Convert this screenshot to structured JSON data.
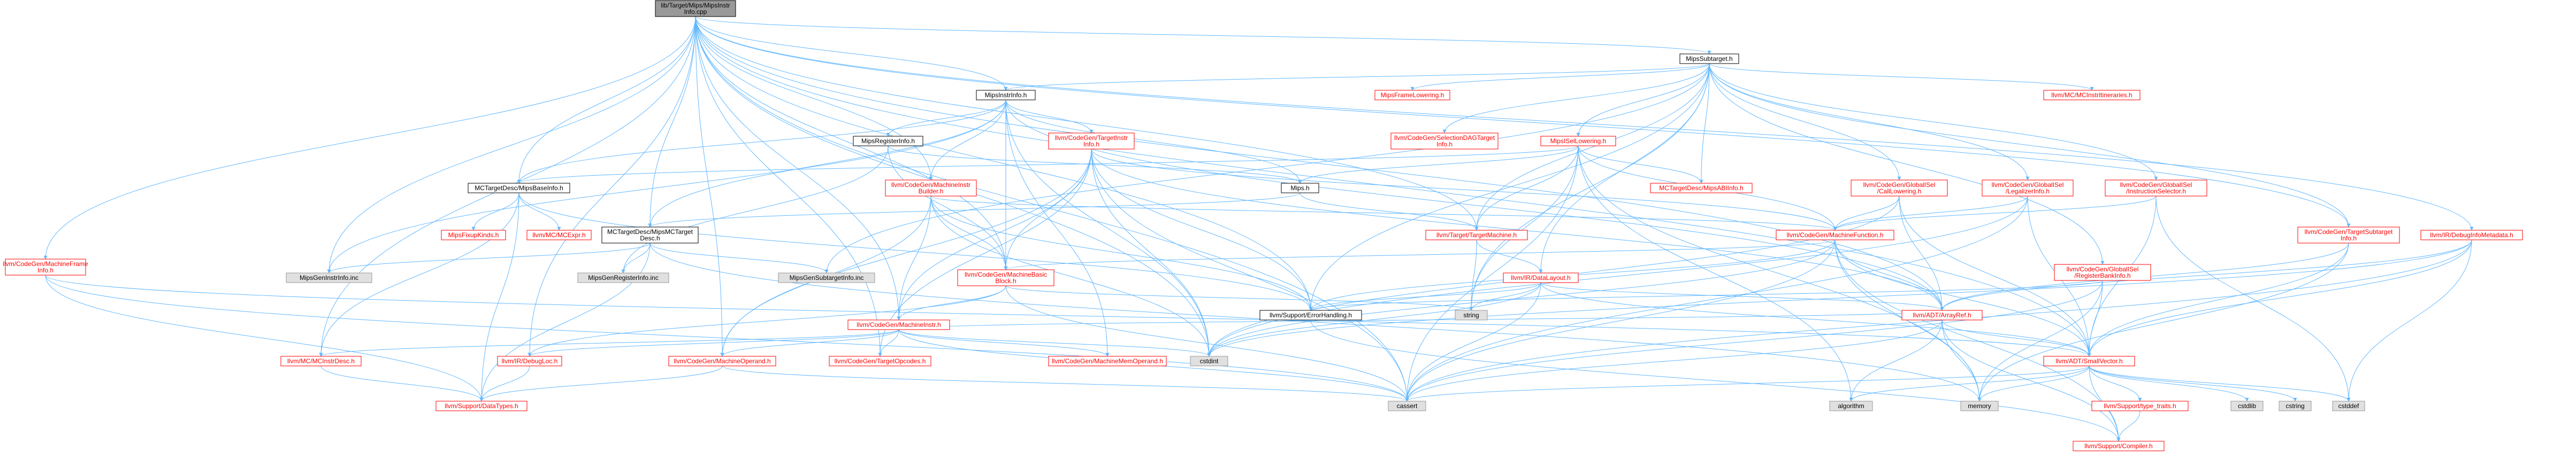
{
  "colors": {
    "edge": "#63b8ff",
    "border_std": "#000000",
    "text_std": "#000000",
    "border_red": "#ff0000",
    "text_red": "#ff0000",
    "fill_root": "#999999",
    "fill_std": "#ffffff",
    "fill_gray": "#e0e0e0",
    "border_gray": "#999999"
  },
  "nodes": [
    {
      "id": "root",
      "kind": "root",
      "lines": [
        "lib/Target/Mips/MipsInstr",
        "Info.cpp"
      ]
    },
    {
      "id": "mipssubtarget",
      "kind": "std",
      "lines": [
        "MipsSubtarget.h"
      ]
    },
    {
      "id": "mipsinstrinfo",
      "kind": "std",
      "lines": [
        "MipsInstrInfo.h"
      ]
    },
    {
      "id": "mipsframelowering",
      "kind": "red",
      "lines": [
        "MipsFrameLowering.h"
      ]
    },
    {
      "id": "mcinstrinfo",
      "kind": "red",
      "lines": [
        "llvm/MC/MCInstrItineraries.h"
      ]
    },
    {
      "id": "mipsregisterinfo",
      "kind": "std",
      "lines": [
        "MipsRegisterInfo.h"
      ]
    },
    {
      "id": "targetinstrinfo",
      "kind": "red",
      "lines": [
        "llvm/CodeGen/TargetInstr",
        "Info.h"
      ]
    },
    {
      "id": "selectiondagtarget",
      "kind": "red",
      "lines": [
        "llvm/CodeGen/SelectionDAGTarget",
        "Info.h"
      ]
    },
    {
      "id": "mipsisellowering",
      "kind": "red",
      "lines": [
        "MipsISelLowering.h"
      ]
    },
    {
      "id": "mcmipsbaseinfo",
      "kind": "std",
      "lines": [
        "MCTargetDesc/MipsBaseInfo.h"
      ]
    },
    {
      "id": "mips_h",
      "kind": "std",
      "lines": [
        "Mips.h"
      ]
    },
    {
      "id": "machineinstrbuilder",
      "kind": "red",
      "lines": [
        "llvm/CodeGen/MachineInstr",
        "Builder.h"
      ]
    },
    {
      "id": "mcmipsabiinfo",
      "kind": "red",
      "lines": [
        "MCTargetDesc/MipsABIInfo.h"
      ]
    },
    {
      "id": "globalisel_calllowering",
      "kind": "red",
      "lines": [
        "llvm/CodeGen/GlobalISel",
        "/CallLowering.h"
      ]
    },
    {
      "id": "globalisel_legalizer",
      "kind": "red",
      "lines": [
        "llvm/CodeGen/GlobalISel",
        "/LegalizerInfo.h"
      ]
    },
    {
      "id": "globalisel_instrselector",
      "kind": "red",
      "lines": [
        "llvm/CodeGen/GlobalISel",
        "/InstructionSelector.h"
      ]
    },
    {
      "id": "targetsubtargetinfo",
      "kind": "red",
      "lines": [
        "llvm/CodeGen/TargetSubtarget",
        "Info.h"
      ]
    },
    {
      "id": "debuginfometadata",
      "kind": "red",
      "lines": [
        "llvm/IR/DebugInfoMetadata.h"
      ]
    },
    {
      "id": "machineframeinfo",
      "kind": "red",
      "lines": [
        "llvm/CodeGen/MachineFrame",
        "Info.h"
      ]
    },
    {
      "id": "mipsfixupkinds",
      "kind": "red",
      "lines": [
        "MipsFixupKinds.h"
      ]
    },
    {
      "id": "mcexpr",
      "kind": "red",
      "lines": [
        "llvm/MC/MCExpr.h"
      ]
    },
    {
      "id": "mcmipsmctargetdesc",
      "kind": "std",
      "lines": [
        "MCTargetDesc/MipsMCTarget",
        "Desc.h"
      ]
    },
    {
      "id": "targetmachine",
      "kind": "red",
      "lines": [
        "llvm/Target/TargetMachine.h"
      ]
    },
    {
      "id": "machinefunction",
      "kind": "red",
      "lines": [
        "llvm/CodeGen/MachineFunction.h"
      ]
    },
    {
      "id": "registerbankinfo",
      "kind": "red",
      "lines": [
        "llvm/CodeGen/GlobalISel",
        "/RegisterBankInfo.h"
      ]
    },
    {
      "id": "mipsgeninstrinfo",
      "kind": "gray",
      "lines": [
        "MipsGenInstrInfo.inc"
      ]
    },
    {
      "id": "mipsgenregisterinfo",
      "kind": "gray",
      "lines": [
        "MipsGenRegisterInfo.inc"
      ]
    },
    {
      "id": "mipsgensubtargetinfo",
      "kind": "gray",
      "lines": [
        "MipsGenSubtargetInfo.inc"
      ]
    },
    {
      "id": "machinebasicblock",
      "kind": "red",
      "lines": [
        "llvm/CodeGen/MachineBasic",
        "Block.h"
      ]
    },
    {
      "id": "datalayout",
      "kind": "red",
      "lines": [
        "llvm/IR/DataLayout.h"
      ]
    },
    {
      "id": "string",
      "kind": "gray",
      "lines": [
        "string"
      ]
    },
    {
      "id": "errorhandling",
      "kind": "std",
      "lines": [
        "llvm/Support/ErrorHandling.h"
      ]
    },
    {
      "id": "arrayref",
      "kind": "red",
      "lines": [
        "llvm/ADT/ArrayRef.h"
      ]
    },
    {
      "id": "machineinstr",
      "kind": "red",
      "lines": [
        "llvm/CodeGen/MachineInstr.h"
      ]
    },
    {
      "id": "mcinstrdesc",
      "kind": "red",
      "lines": [
        "llvm/MC/MCInstrDesc.h"
      ]
    },
    {
      "id": "debugloc",
      "kind": "red",
      "lines": [
        "llvm/IR/DebugLoc.h"
      ]
    },
    {
      "id": "machineoperand",
      "kind": "red",
      "lines": [
        "llvm/CodeGen/MachineOperand.h"
      ]
    },
    {
      "id": "targetopcodes",
      "kind": "red",
      "lines": [
        "llvm/CodeGen/TargetOpcodes.h"
      ]
    },
    {
      "id": "machinememoperand",
      "kind": "red",
      "lines": [
        "llvm/CodeGen/MachineMemOperand.h"
      ]
    },
    {
      "id": "cstdint",
      "kind": "gray",
      "lines": [
        "cstdint"
      ]
    },
    {
      "id": "smallvector",
      "kind": "red",
      "lines": [
        "llvm/ADT/SmallVector.h"
      ]
    },
    {
      "id": "datatypes",
      "kind": "red",
      "lines": [
        "llvm/Support/DataTypes.h"
      ]
    },
    {
      "id": "cassert",
      "kind": "gray",
      "lines": [
        "cassert"
      ]
    },
    {
      "id": "algorithm",
      "kind": "gray",
      "lines": [
        "algorithm"
      ]
    },
    {
      "id": "memory",
      "kind": "gray",
      "lines": [
        "memory"
      ]
    },
    {
      "id": "type_traits",
      "kind": "red",
      "lines": [
        "llvm/Support/type_traits.h"
      ]
    },
    {
      "id": "cstdlib",
      "kind": "gray",
      "lines": [
        "cstdlib"
      ]
    },
    {
      "id": "cstring",
      "kind": "gray",
      "lines": [
        "cstring"
      ]
    },
    {
      "id": "cstddef",
      "kind": "gray",
      "lines": [
        "cstddef"
      ]
    },
    {
      "id": "compiler",
      "kind": "red",
      "lines": [
        "llvm/Support/Compiler.h"
      ]
    }
  ],
  "edges": [
    [
      "root",
      "mipssubtarget"
    ],
    [
      "root",
      "mipsinstrinfo"
    ],
    [
      "root",
      "mcmipsbaseinfo"
    ],
    [
      "root",
      "mcmipsmctargetdesc"
    ],
    [
      "root",
      "machineinstrbuilder"
    ],
    [
      "root",
      "targetmachine"
    ],
    [
      "root",
      "machinebasicblock"
    ],
    [
      "root",
      "machineframeinfo"
    ],
    [
      "root",
      "targetsubtargetinfo"
    ],
    [
      "root",
      "debuginfometadata"
    ],
    [
      "root",
      "mipsgeninstrinfo"
    ],
    [
      "root",
      "machineinstr"
    ],
    [
      "root",
      "mcinstrdesc"
    ],
    [
      "root",
      "debugloc"
    ],
    [
      "root",
      "machineoperand"
    ],
    [
      "root",
      "targetopcodes"
    ],
    [
      "root",
      "cassert"
    ],
    [
      "root",
      "cstdint"
    ],
    [
      "root",
      "errorhandling"
    ],
    [
      "root",
      "arrayref"
    ],
    [
      "root",
      "smallvector"
    ],
    [
      "mipssubtarget",
      "mipsinstrinfo"
    ],
    [
      "mipssubtarget",
      "mipsframelowering"
    ],
    [
      "mipssubtarget",
      "mcinstrinfo"
    ],
    [
      "mipssubtarget",
      "selectiondagtarget"
    ],
    [
      "mipssubtarget",
      "mipsisellowering"
    ],
    [
      "mipssubtarget",
      "mcmipsabiinfo"
    ],
    [
      "mipssubtarget",
      "globalisel_calllowering"
    ],
    [
      "mipssubtarget",
      "globalisel_legalizer"
    ],
    [
      "mipssubtarget",
      "globalisel_instrselector"
    ],
    [
      "mipssubtarget",
      "registerbankinfo"
    ],
    [
      "mipssubtarget",
      "targetsubtargetinfo"
    ],
    [
      "mipssubtarget",
      "datalayout"
    ],
    [
      "mipssubtarget",
      "errorhandling"
    ],
    [
      "mipssubtarget",
      "string"
    ],
    [
      "mipssubtarget",
      "mipsgensubtargetinfo"
    ],
    [
      "mipssubtarget",
      "targetmachine"
    ],
    [
      "mipsinstrinfo",
      "mipsregisterinfo"
    ],
    [
      "mipsinstrinfo",
      "targetinstrinfo"
    ],
    [
      "mipsinstrinfo",
      "mcmipsbaseinfo"
    ],
    [
      "mipsinstrinfo",
      "mips_h"
    ],
    [
      "mipsinstrinfo",
      "machineinstrbuilder"
    ],
    [
      "mipsinstrinfo",
      "mcmipsmctargetdesc"
    ],
    [
      "mipsinstrinfo",
      "machinebasicblock"
    ],
    [
      "mipsinstrinfo",
      "machinememoperand"
    ],
    [
      "mipsinstrinfo",
      "mipsgeninstrinfo"
    ],
    [
      "mipsinstrinfo",
      "cstdint"
    ],
    [
      "mipsinstrinfo",
      "arrayref"
    ],
    [
      "mipsregisterinfo",
      "mips_h"
    ],
    [
      "mipsregisterinfo",
      "mipsgenregisterinfo"
    ],
    [
      "mipsregisterinfo",
      "machinebasicblock"
    ],
    [
      "targetinstrinfo",
      "machinebasicblock"
    ],
    [
      "targetinstrinfo",
      "machineinstr"
    ],
    [
      "targetinstrinfo",
      "machineoperand"
    ],
    [
      "targetinstrinfo",
      "errorhandling"
    ],
    [
      "targetinstrinfo",
      "arrayref"
    ],
    [
      "targetinstrinfo",
      "machinefunction"
    ],
    [
      "targetinstrinfo",
      "cassert"
    ],
    [
      "targetinstrinfo",
      "cstdint"
    ],
    [
      "targetinstrinfo",
      "targetopcodes"
    ],
    [
      "mipsisellowering",
      "mcmipsabiinfo"
    ],
    [
      "mipsisellowering",
      "mcmipsbaseinfo"
    ],
    [
      "mipsisellowering",
      "mips_h"
    ],
    [
      "mipsisellowering",
      "targetmachine"
    ],
    [
      "mipsisellowering",
      "machinefunction"
    ],
    [
      "mipsisellowering",
      "string"
    ],
    [
      "mipsisellowering",
      "cassert"
    ],
    [
      "mipsisellowering",
      "algorithm"
    ],
    [
      "mipsisellowering",
      "memory"
    ],
    [
      "mcmipsbaseinfo",
      "mipsfixupkinds"
    ],
    [
      "mcmipsbaseinfo",
      "mcexpr"
    ],
    [
      "mcmipsbaseinfo",
      "mcinstrdesc"
    ],
    [
      "mcmipsbaseinfo",
      "errorhandling"
    ],
    [
      "mcmipsbaseinfo",
      "datatypes"
    ],
    [
      "mips_h",
      "mcmipsmctargetdesc"
    ],
    [
      "mips_h",
      "targetmachine"
    ],
    [
      "machineinstrbuilder",
      "machinebasicblock"
    ],
    [
      "machineinstrbuilder",
      "machinefunction"
    ],
    [
      "machineinstrbuilder",
      "machineinstr"
    ],
    [
      "machineinstrbuilder",
      "machineoperand"
    ],
    [
      "machineinstrbuilder",
      "errorhandling"
    ],
    [
      "machineinstrbuilder",
      "cstdint"
    ],
    [
      "globalisel_calllowering",
      "machinefunction"
    ],
    [
      "globalisel_calllowering",
      "arrayref"
    ],
    [
      "globalisel_calllowering",
      "smallvector"
    ],
    [
      "globalisel_calllowering",
      "cstdint"
    ],
    [
      "globalisel_legalizer",
      "machinefunction"
    ],
    [
      "globalisel_legalizer",
      "smallvector"
    ],
    [
      "globalisel_legalizer",
      "cassert"
    ],
    [
      "globalisel_legalizer",
      "cstdint"
    ],
    [
      "globalisel_instrselector",
      "machinefunction"
    ],
    [
      "globalisel_instrselector",
      "smallvector"
    ],
    [
      "globalisel_instrselector",
      "cstddef"
    ],
    [
      "targetsubtargetinfo",
      "arrayref"
    ],
    [
      "targetsubtargetinfo",
      "smallvector"
    ],
    [
      "targetsubtargetinfo",
      "memory"
    ],
    [
      "debuginfometadata",
      "arrayref"
    ],
    [
      "debuginfometadata",
      "smallvector"
    ],
    [
      "debuginfometadata",
      "cassert"
    ],
    [
      "debuginfometadata",
      "cstddef"
    ],
    [
      "debuginfometadata",
      "cstdint"
    ],
    [
      "machineframeinfo",
      "smallvector"
    ],
    [
      "machineframeinfo",
      "datatypes"
    ],
    [
      "machineframeinfo",
      "cassert"
    ],
    [
      "mcmipsmctargetdesc",
      "datatypes"
    ],
    [
      "mcmipsmctargetdesc",
      "mipsgenregisterinfo"
    ],
    [
      "mcmipsmctargetdesc",
      "mipsgeninstrinfo"
    ],
    [
      "mcmipsmctargetdesc",
      "mipsgensubtargetinfo"
    ],
    [
      "mcmipsmctargetdesc",
      "memory"
    ],
    [
      "targetmachine",
      "string"
    ],
    [
      "targetmachine",
      "datalayout"
    ],
    [
      "machinefunction",
      "machinebasicblock"
    ],
    [
      "machinefunction",
      "arrayref"
    ],
    [
      "machinefunction",
      "smallvector"
    ],
    [
      "machinefunction",
      "cassert"
    ],
    [
      "machinefunction",
      "cstdint"
    ],
    [
      "machinefunction",
      "memory"
    ],
    [
      "machinefunction",
      "compiler"
    ],
    [
      "machinefunction",
      "errorhandling"
    ],
    [
      "registerbankinfo",
      "smallvector"
    ],
    [
      "registerbankinfo",
      "errorhandling"
    ],
    [
      "registerbankinfo",
      "cassert"
    ],
    [
      "registerbankinfo",
      "memory"
    ],
    [
      "machinebasicblock",
      "machineinstr"
    ],
    [
      "machinebasicblock",
      "debugloc"
    ],
    [
      "machinebasicblock",
      "cassert"
    ],
    [
      "machinebasicblock",
      "string"
    ],
    [
      "datalayout",
      "arrayref"
    ],
    [
      "datalayout",
      "smallvector"
    ],
    [
      "datalayout",
      "errorhandling"
    ],
    [
      "datalayout",
      "cassert"
    ],
    [
      "datalayout",
      "cstdint"
    ],
    [
      "datalayout",
      "string"
    ],
    [
      "errorhandling",
      "compiler"
    ],
    [
      "arrayref",
      "smallvector"
    ],
    [
      "arrayref",
      "compiler"
    ],
    [
      "arrayref",
      "algorithm"
    ],
    [
      "arrayref",
      "cassert"
    ],
    [
      "arrayref",
      "memory"
    ],
    [
      "machineinstr",
      "mcinstrdesc"
    ],
    [
      "machineinstr",
      "debugloc"
    ],
    [
      "machineinstr",
      "machineoperand"
    ],
    [
      "machineinstr",
      "targetopcodes"
    ],
    [
      "machineinstr",
      "machinememoperand"
    ],
    [
      "machineinstr",
      "arrayref"
    ],
    [
      "machineinstr",
      "cassert"
    ],
    [
      "machineinstr",
      "cstdint"
    ],
    [
      "mcinstrdesc",
      "datatypes"
    ],
    [
      "debugloc",
      "datatypes"
    ],
    [
      "machineoperand",
      "datatypes"
    ],
    [
      "machineoperand",
      "cassert"
    ],
    [
      "smallvector",
      "type_traits"
    ],
    [
      "smallvector",
      "compiler"
    ],
    [
      "smallvector",
      "algorithm"
    ],
    [
      "smallvector",
      "cassert"
    ],
    [
      "smallvector",
      "cstddef"
    ],
    [
      "smallvector",
      "cstdlib"
    ],
    [
      "smallvector",
      "cstring"
    ],
    [
      "smallvector",
      "memory"
    ],
    [
      "type_traits",
      "compiler"
    ]
  ]
}
